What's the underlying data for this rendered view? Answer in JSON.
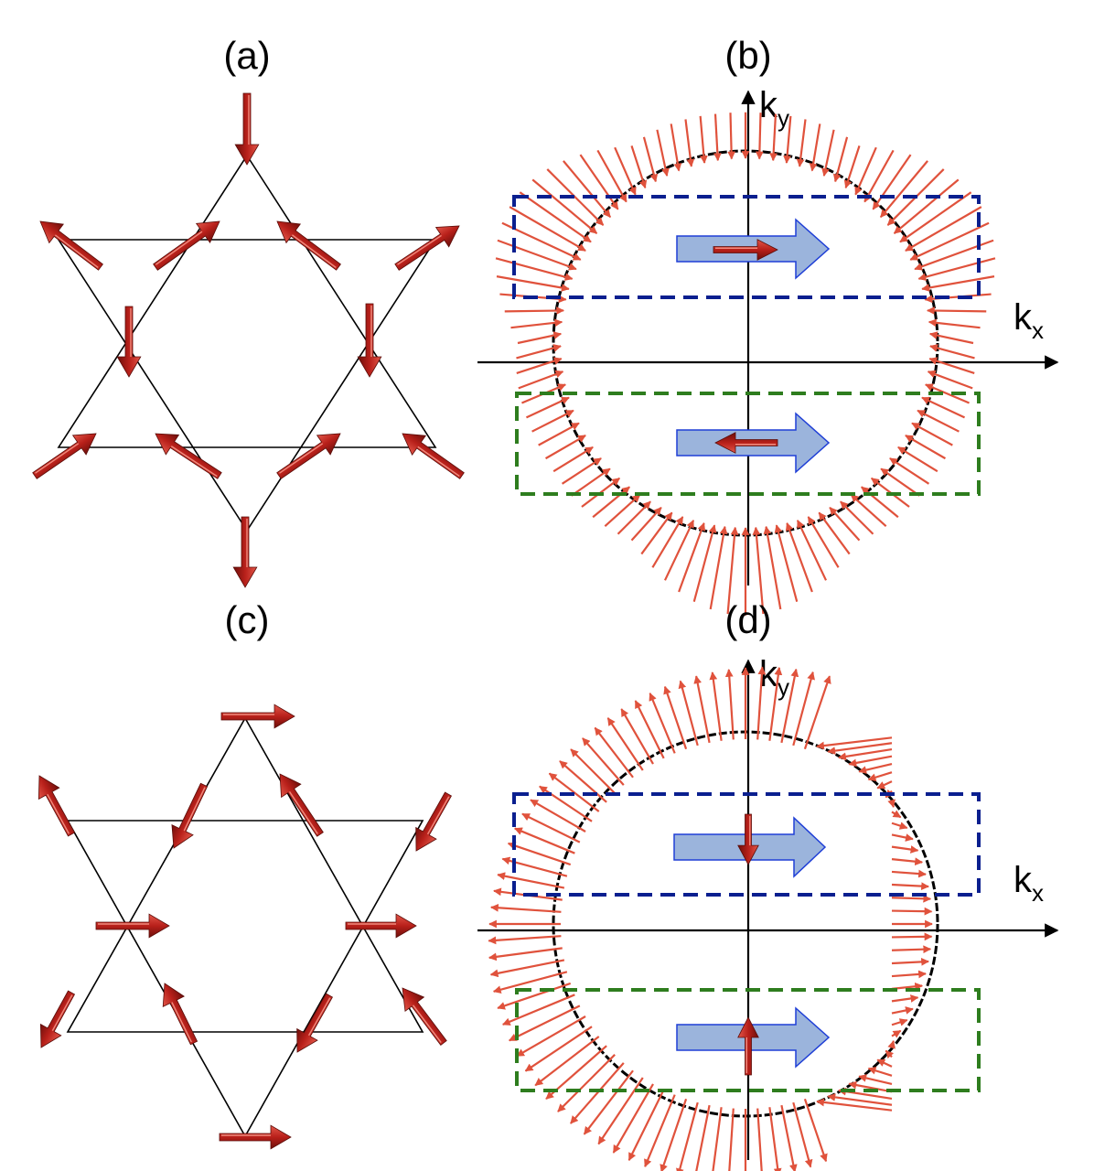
{
  "panels": {
    "a": {
      "label": "(a)"
    },
    "b": {
      "label": "(b)",
      "x_axis": "k",
      "x_sub": "x",
      "y_axis": "k",
      "y_sub": "y"
    },
    "c": {
      "label": "(c)"
    },
    "d": {
      "label": "(d)",
      "x_axis": "k",
      "x_sub": "x",
      "y_axis": "k",
      "y_sub": "y"
    }
  },
  "colors": {
    "spin_arrow": "#b8201a",
    "texture_arrow": "#e0523c",
    "current_arrow_fill": "#9bb4dc",
    "current_arrow_stroke": "#1f3fd6",
    "box_upper": "#0a1f8f",
    "box_lower": "#2e7d1e",
    "lattice": "#000000",
    "fermi_circle": "#000000"
  }
}
